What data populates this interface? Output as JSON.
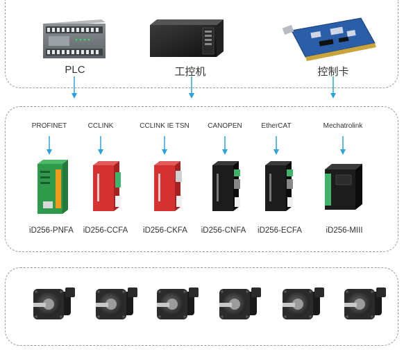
{
  "controllers": [
    {
      "label": "PLC",
      "icon": "plc-device-icon"
    },
    {
      "label": "工控机",
      "icon": "industrial-pc-icon"
    },
    {
      "label": "控制卡",
      "icon": "motion-control-card-icon"
    }
  ],
  "drives": [
    {
      "protocol": "PROFINET",
      "model": "iD256-PNFA",
      "color": "#2f9a4c"
    },
    {
      "protocol": "CCLINK",
      "model": "iD256-CCFA",
      "color": "#d43232"
    },
    {
      "protocol": "CCLINK IE TSN",
      "model": "iD256-CKFA",
      "color": "#d43232"
    },
    {
      "protocol": "CANOPEN",
      "model": "iD256-CNFA",
      "color": "#1c1c1c"
    },
    {
      "protocol": "EtherCAT",
      "model": "iD256-ECFA",
      "color": "#1c1c1c"
    },
    {
      "protocol": "Mechatrolink",
      "model": "iD256-MIII",
      "color": "#1c1c1c"
    }
  ],
  "motor_count": 6,
  "colors": {
    "arrow": "#29a3dd",
    "panel_border": "#9a9a9a",
    "text": "#333333"
  }
}
